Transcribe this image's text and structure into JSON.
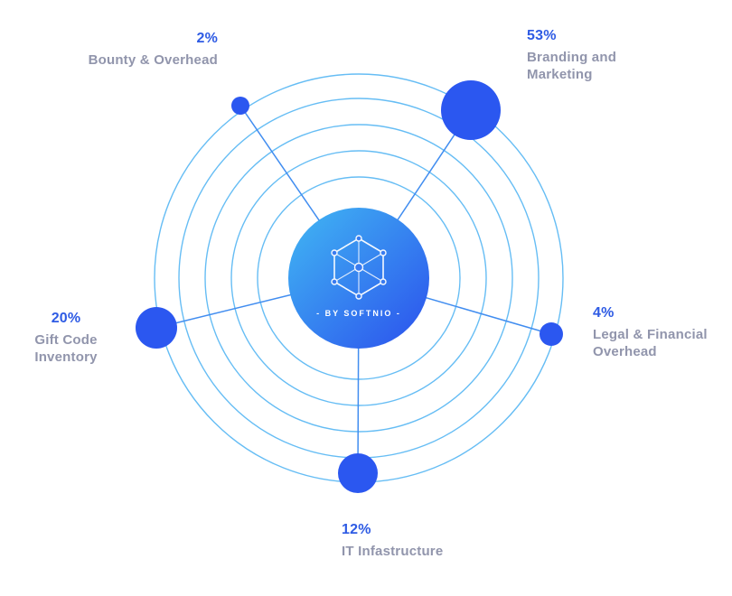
{
  "brand": {
    "center_caption": "- BY SOFTNIO -",
    "logo": "network-hexagon-icon"
  },
  "colors": {
    "accent_percent": "#2e5be4",
    "label_text": "#9195ac",
    "dot_fill": "#2b57f0",
    "orbit_stroke": "#4cb2f3",
    "spoke_stroke": "#418df0",
    "center_gradient_start": "#41b8f3",
    "center_gradient_end": "#2b50ed"
  },
  "chart_data": {
    "type": "pie",
    "layout": "orbital-allocation-diagram",
    "title": "",
    "unit": "%",
    "categories": [
      "Bounty & Overhead",
      "Branding and Marketing",
      "Legal & Financial Overhead",
      "IT Infastructure",
      "Gift Code Inventory"
    ],
    "values": [
      2,
      53,
      4,
      12,
      20
    ],
    "legend_position": "around-orbits",
    "grid": false,
    "notes": "Five dots sized by value placed on the outermost of five concentric orbit rings, each connected by a spoke to a central gradient badge with hexagon network logo."
  },
  "items": [
    {
      "percent": "2%",
      "label": "Bounty & Overhead"
    },
    {
      "percent": "53%",
      "label": "Branding and Marketing"
    },
    {
      "percent": "4%",
      "label": "Legal & Financial Overhead"
    },
    {
      "percent": "12%",
      "label": "IT Infastructure"
    },
    {
      "percent": "20%",
      "label": "Gift Code Inventory"
    }
  ]
}
